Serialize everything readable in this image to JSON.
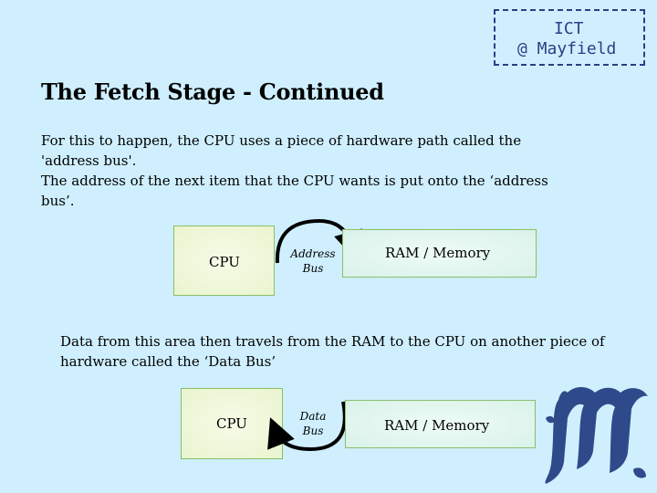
{
  "logo": {
    "line1": "ICT",
    "line2": "@ Mayfield"
  },
  "title": "The Fetch Stage - Continued",
  "paragraph1": {
    "line1": "For this to happen, the CPU uses a piece of hardware path called the",
    "line2": "'address bus'.",
    "line3": "The address of the next item that the CPU wants is put onto the ‘address",
    "line4": "bus’."
  },
  "diagram1": {
    "cpu_label": "CPU",
    "bus_label_1": "Address",
    "bus_label_2": "Bus",
    "ram_label": "RAM / Memory"
  },
  "paragraph2": {
    "line1": "Data from this area then travels from the RAM to the CPU on another piece of",
    "line2": "hardware called the ‘Data Bus’"
  },
  "diagram2": {
    "cpu_label": "CPU",
    "bus_label_1": "Data",
    "bus_label_2": "Bus",
    "ram_label": "RAM / Memory"
  },
  "colors": {
    "background": "#cfefff",
    "logo_accent": "#2c3e86",
    "box_border": "#8bbf67",
    "crest": "#2f4a8a"
  },
  "icons": {
    "crest": "gothic-m-crest-icon",
    "arrow": "curved-arrow-icon"
  }
}
